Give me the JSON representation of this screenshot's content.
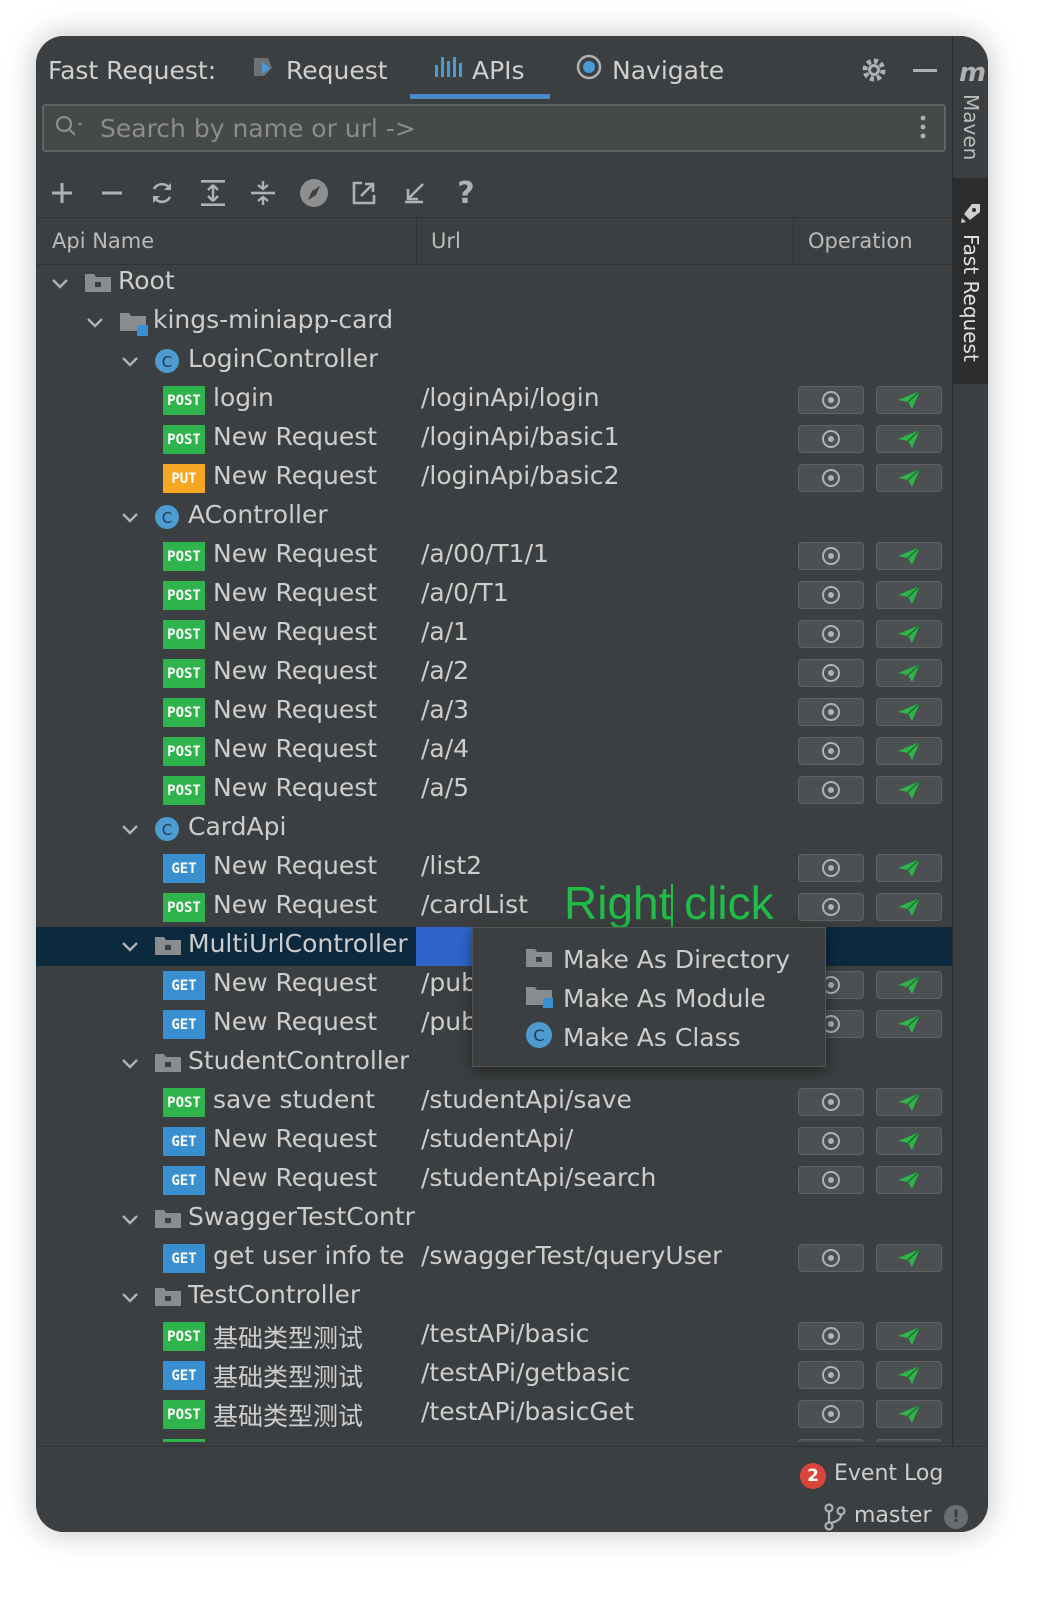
{
  "app": {
    "title": "Fast Request:"
  },
  "tabs": [
    {
      "label": "Request",
      "icon": "rocket-icon"
    },
    {
      "label": "APIs",
      "icon": "bar-chart-icon",
      "active": true
    },
    {
      "label": "Navigate",
      "icon": "target-icon"
    }
  ],
  "right_strip": {
    "maven_label": "Maven",
    "fast_request_label": "Fast Request"
  },
  "search": {
    "placeholder": "Search by name or url ->"
  },
  "toolbar": [
    "add-icon",
    "remove-icon",
    "refresh-icon",
    "expand-all-icon",
    "collapse-all-icon",
    "compass-icon",
    "export-icon",
    "import-icon",
    "help-icon"
  ],
  "table": {
    "columns": [
      "Api Name",
      "Url",
      "Operation"
    ]
  },
  "colors": {
    "post": "#2fb34c",
    "put": "#f5a623",
    "get": "#3a8fd1",
    "send": "#2fb34c",
    "class": "#4d9bd0",
    "selection": "#0d293e"
  },
  "tree": [
    {
      "kind": "root",
      "label": "Root"
    },
    {
      "kind": "module",
      "label": "kings-miniapp-card"
    },
    {
      "kind": "class",
      "label": "LoginController"
    },
    {
      "kind": "api",
      "method": "POST",
      "name": "login",
      "url": "/loginApi/login"
    },
    {
      "kind": "api",
      "method": "POST",
      "name": "New Request",
      "url": "/loginApi/basic1"
    },
    {
      "kind": "api",
      "method": "PUT",
      "name": "New Request",
      "url": "/loginApi/basic2"
    },
    {
      "kind": "class",
      "label": "AController"
    },
    {
      "kind": "api",
      "method": "POST",
      "name": "New Request",
      "url": "/a/00/T1/1"
    },
    {
      "kind": "api",
      "method": "POST",
      "name": "New Request",
      "url": "/a/0/T1"
    },
    {
      "kind": "api",
      "method": "POST",
      "name": "New Request",
      "url": "/a/1"
    },
    {
      "kind": "api",
      "method": "POST",
      "name": "New Request",
      "url": "/a/2"
    },
    {
      "kind": "api",
      "method": "POST",
      "name": "New Request",
      "url": "/a/3"
    },
    {
      "kind": "api",
      "method": "POST",
      "name": "New Request",
      "url": "/a/4"
    },
    {
      "kind": "api",
      "method": "POST",
      "name": "New Request",
      "url": "/a/5"
    },
    {
      "kind": "class",
      "label": "CardApi"
    },
    {
      "kind": "api",
      "method": "GET",
      "name": "New Request",
      "url": "/list2"
    },
    {
      "kind": "api",
      "method": "POST",
      "name": "New Request",
      "url": "/cardList"
    },
    {
      "kind": "dir",
      "label": "MultiUrlController",
      "selected": true
    },
    {
      "kind": "api",
      "method": "GET",
      "name": "New Request",
      "url": "/pub"
    },
    {
      "kind": "api",
      "method": "GET",
      "name": "New Request",
      "url": "/pub"
    },
    {
      "kind": "dir",
      "label": "StudentController"
    },
    {
      "kind": "api",
      "method": "POST",
      "name": "save student",
      "url": "/studentApi/save"
    },
    {
      "kind": "api",
      "method": "GET",
      "name": "New Request",
      "url": "/studentApi/"
    },
    {
      "kind": "api",
      "method": "GET",
      "name": "New Request",
      "url": "/studentApi/search"
    },
    {
      "kind": "dir",
      "label": "SwaggerTestContr"
    },
    {
      "kind": "api",
      "method": "GET",
      "name": "get user info te",
      "url": "/swaggerTest/queryUser"
    },
    {
      "kind": "dir",
      "label": "TestController"
    },
    {
      "kind": "api",
      "method": "POST",
      "name": "基础类型测试",
      "url": "/testAPi/basic"
    },
    {
      "kind": "api",
      "method": "GET",
      "name": "基础类型测试",
      "url": "/testAPi/getbasic"
    },
    {
      "kind": "api",
      "method": "POST",
      "name": "基础类型测试",
      "url": "/testAPi/basicGet"
    },
    {
      "kind": "api",
      "method": "POST",
      "name": "",
      "url": ""
    }
  ],
  "annotation": {
    "text": "Right click"
  },
  "context_menu": [
    {
      "label": "Make As Directory",
      "icon": "folder-icon"
    },
    {
      "label": "Make As Module",
      "icon": "module-folder-icon"
    },
    {
      "label": "Make As Class",
      "icon": "class-icon"
    }
  ],
  "status": {
    "event_count": "2",
    "event_log": "Event Log",
    "branch": "master"
  }
}
